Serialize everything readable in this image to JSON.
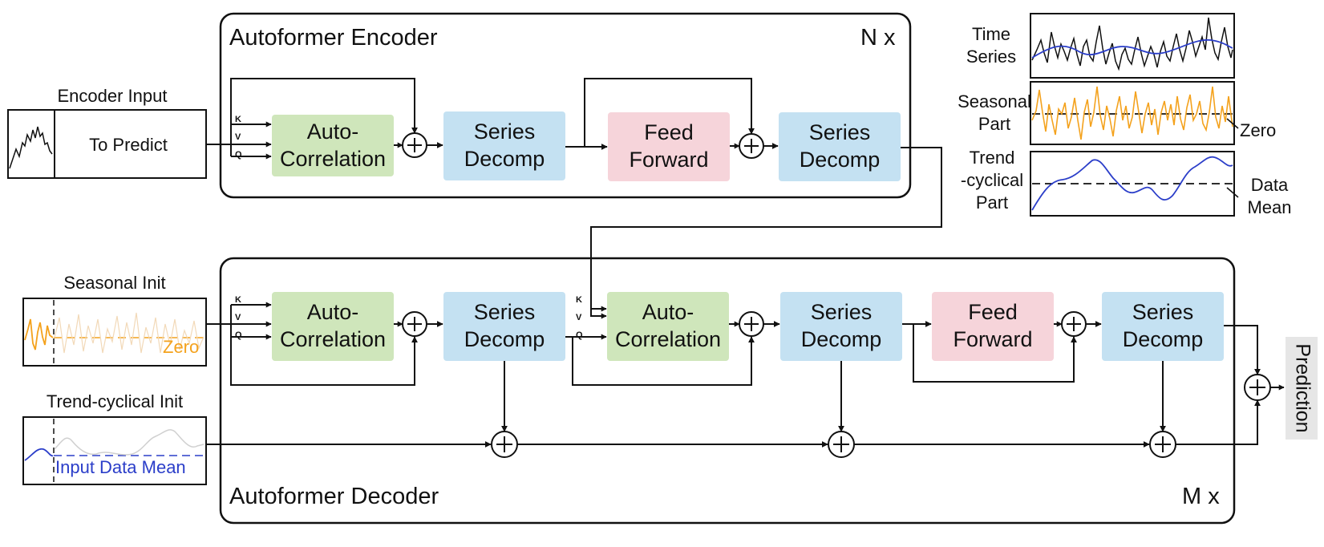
{
  "encoder": {
    "title": "Autoformer Encoder",
    "repeat": "N x",
    "input_label": "Encoder Input",
    "to_predict": "To Predict",
    "blocks": {
      "autocorr": [
        "Auto-",
        "Correlation"
      ],
      "decomp1": [
        "Series",
        "Decomp"
      ],
      "ff": [
        "Feed",
        "Forward"
      ],
      "decomp2": [
        "Series",
        "Decomp"
      ]
    }
  },
  "decoder": {
    "title": "Autoformer Decoder",
    "repeat": "M x",
    "blocks": {
      "autocorr1": [
        "Auto-",
        "Correlation"
      ],
      "decomp1": [
        "Series",
        "Decomp"
      ],
      "autocorr2": [
        "Auto-",
        "Correlation"
      ],
      "decomp2": [
        "Series",
        "Decomp"
      ],
      "ff": [
        "Feed",
        "Forward"
      ],
      "decomp3": [
        "Series",
        "Decomp"
      ]
    }
  },
  "inputs": {
    "seasonal": {
      "title": "Seasonal Init",
      "note": "Zero"
    },
    "trend": {
      "title": "Trend-cyclical Init",
      "note": "Input Data Mean"
    }
  },
  "kvq": [
    "K",
    "V",
    "Q"
  ],
  "output": "Prediction",
  "legend": {
    "time_series": [
      "Time",
      "Series"
    ],
    "seasonal": [
      "Seasonal",
      "Part"
    ],
    "trend": [
      "Trend",
      "-cyclical",
      "Part"
    ],
    "zero": "Zero",
    "data_mean": [
      "Data",
      "Mean"
    ]
  },
  "colors": {
    "autocorr": "#cfe6bb",
    "decomp": "#c4e1f2",
    "feedforward": "#f6d4da",
    "seasonal": "#f4a21d",
    "trend": "#2b3ec9",
    "series": "#111111",
    "prediction_bg": "#e6e6e6"
  }
}
